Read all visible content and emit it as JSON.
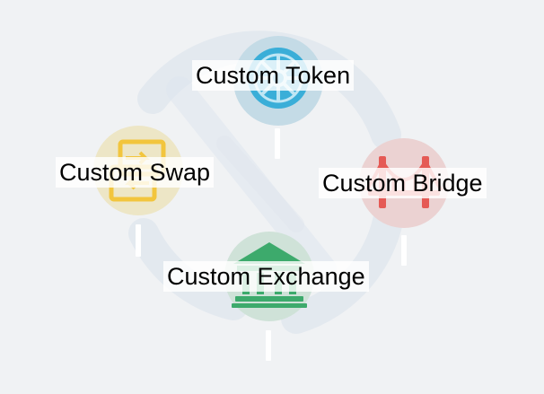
{
  "nodes": {
    "token": {
      "label": "Custom Token",
      "icon": "token-wheel-icon",
      "color": "#3aaed8",
      "halo": "#c4dbe6"
    },
    "swap": {
      "label": "Custom Swap",
      "icon": "swap-arrows-icon",
      "color": "#f2c53d",
      "halo": "#ede6c6"
    },
    "bridge": {
      "label": "Custom Bridge",
      "icon": "bridge-icon",
      "color": "#e55a55",
      "halo": "#ebd2d2"
    },
    "exchange": {
      "label": "Custom Exchange",
      "icon": "bank-icon",
      "color": "#3daa6c",
      "halo": "#cfe2d8"
    }
  },
  "background": {
    "ring_color": "#dfe6ee",
    "stem_color": "#ffffff"
  }
}
